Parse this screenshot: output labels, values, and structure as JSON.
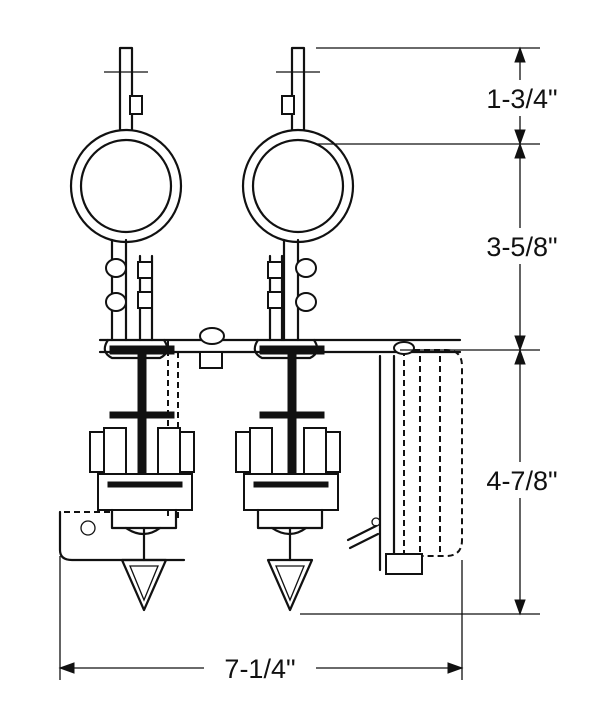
{
  "dimensions": {
    "top_segment": "1-3/4\"",
    "middle_segment": "3-5/8\"",
    "bottom_segment": "4-7/8\"",
    "overall_width": "7-1/4\""
  }
}
